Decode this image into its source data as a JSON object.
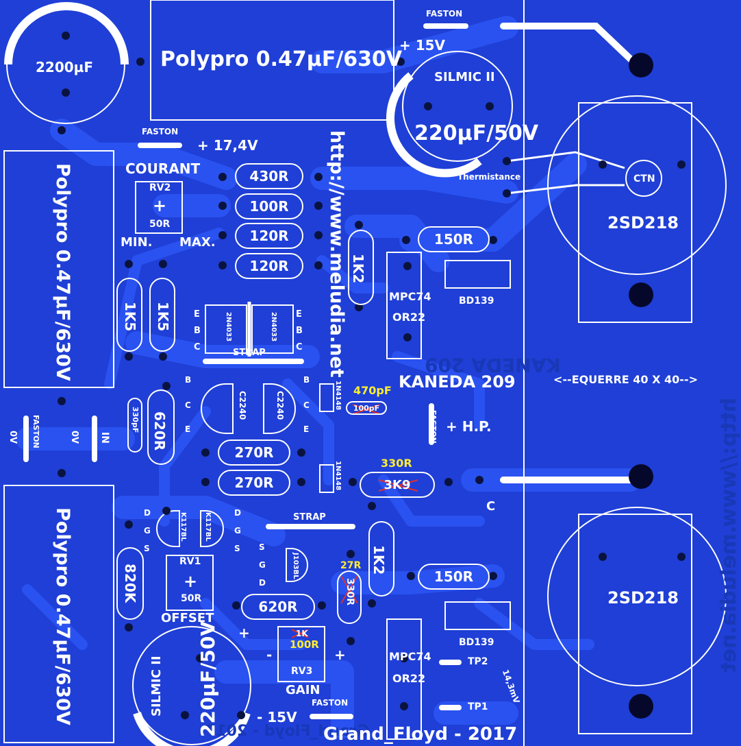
{
  "board": {
    "cap_top_left": "2200µF",
    "polypro_top": "Polypro 0.47µF/630V",
    "polypro_left_top": "Polypro 0.47µF/630V",
    "polypro_left_bottom": "Polypro 0.47µF/630V",
    "silmic_top_name": "SILMIC II",
    "silmic_top_value": "220µF/50V",
    "silmic_bottom_name": "SILMIC II",
    "silmic_bottom_value": "220µF/50V",
    "faston": "FASTON",
    "plus15v": "+ 15V",
    "minus15v": "- 15V",
    "plus174v": "+ 17,4V",
    "courant": "COURANT",
    "rv2": "RV2",
    "rv2_value": "50R",
    "min": "MIN.",
    "max": "MAX.",
    "url": "http://www.meludia.net",
    "r430": "430R",
    "r100": "100R",
    "r120a": "120R",
    "r120b": "120R",
    "r1k2a": "1K2",
    "r150a": "150R",
    "mpc74a": "MPC74",
    "or22a": "OR22",
    "bd139a": "BD139",
    "thermistance": "Thermistance",
    "ctn": "CTN",
    "t2sd218a": "2SD218",
    "t2sd218b": "2SD218",
    "r1k5a": "1K5",
    "r1k5b": "1K5",
    "q2n4033a": "2N4033",
    "q2n4033b": "2N4033",
    "strap1": "STRAP",
    "strap2": "STRAP",
    "kaneda": "KANEDA 209",
    "equerre": "<--EQUERRE 40 X 40-->",
    "c470": "470pF",
    "c100": "100pF",
    "hp": "+ H.P.",
    "c330": "330pF",
    "r620a": "620R",
    "qc2240a": "C2240",
    "qc2240b": "C2240",
    "d1n4148a": "1N4148",
    "d1n4148b": "1N4148",
    "r270a": "270R",
    "r270b": "270R",
    "r330": "330R",
    "r3k9": "3K9",
    "zero_v": "0V",
    "in": "IN",
    "k117a": "K117BL",
    "k117b": "K117BL",
    "j103": "J103BL",
    "r1k2b": "1K2",
    "r150b": "150R",
    "r27": "27R",
    "r330b": "330R",
    "r820k": "820K",
    "rv1": "RV1",
    "rv1_value": "50R",
    "offset": "OFFSET",
    "r620b": "620R",
    "r1k": "1K",
    "r100b": "100R",
    "rv3": "RV3",
    "gain": "GAIN",
    "mpc74b": "MPC74",
    "or22b": "OR22",
    "bd139b": "BD139",
    "tp2": "TP2",
    "tp1": "TP1",
    "mv": "14,3mV",
    "credit": "Grand_Floyd - 2017",
    "mirror_top": "Grand_Floyd - 2017",
    "mirror_right": "http://www.meludia.net",
    "mirror_kaneda": "KANEDA 209",
    "e": "E",
    "b": "B",
    "c": "C",
    "d": "D",
    "g": "G",
    "s": "S",
    "plus": "+",
    "minus": "-"
  },
  "colors": {
    "board": "#1f3fd6",
    "copper": "#2a52f0",
    "silk": "#ffffff",
    "pad": "#0a1340",
    "note": "#ffee33",
    "strike": "#e03030"
  }
}
